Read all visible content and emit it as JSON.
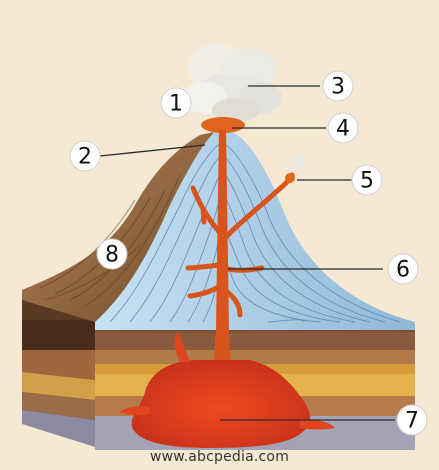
{
  "labels": {
    "l1": "1",
    "l2": "2",
    "l3": "3",
    "l4": "4",
    "l5": "5",
    "l6": "6",
    "l7": "7",
    "l8": "8"
  },
  "footer": "www.abcpedia.com",
  "colors": {
    "background": "#f6e9d4",
    "magma": "#e0451d",
    "lava": "#d9541c",
    "cone_layers": "#a8cbe4",
    "flank": "#9a6a3c",
    "ash_cloud": "#efece6"
  }
}
